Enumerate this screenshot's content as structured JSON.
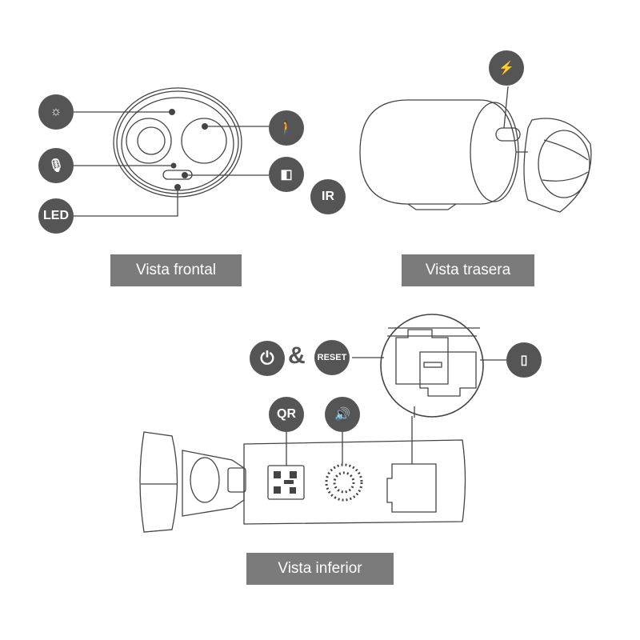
{
  "views": {
    "front": "Vista frontal",
    "rear": "Vista trasera",
    "bottom": "Vista inferior"
  },
  "badges": {
    "led": "LED",
    "ir": "IR",
    "qr": "QR",
    "reset": "RESET",
    "and": "&"
  },
  "icons": [
    "day-night-sensor-icon",
    "microphone-icon",
    "led-icon",
    "motion-sensor-icon",
    "speaker-light-icon",
    "ir-icon",
    "charging-port-icon",
    "power-icon",
    "reset-icon",
    "sd-card-icon",
    "qr-icon",
    "speaker-icon"
  ],
  "colors": {
    "icon_bg": "#555555",
    "label_bg": "#7b7b7b",
    "line": "#444444"
  }
}
